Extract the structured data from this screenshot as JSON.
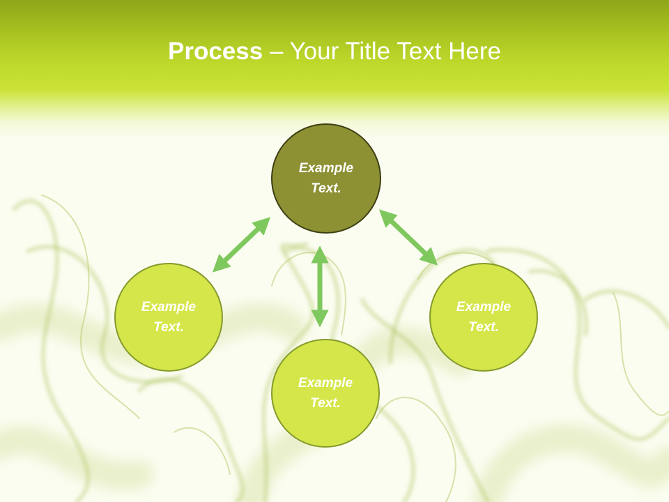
{
  "slide": {
    "title_bold": "Process",
    "title_rest": " – Your Title Text Here"
  },
  "diagram": {
    "nodes": {
      "top": "Example Text.",
      "left": "Example Text.",
      "right": "Example Text.",
      "bottom": "Example Text."
    }
  },
  "colors": {
    "header_green": "#b6d025",
    "top_node_fill": "#8d9134",
    "satellite_fill": "#d5e64a",
    "arrow_green": "#7fc85e"
  }
}
